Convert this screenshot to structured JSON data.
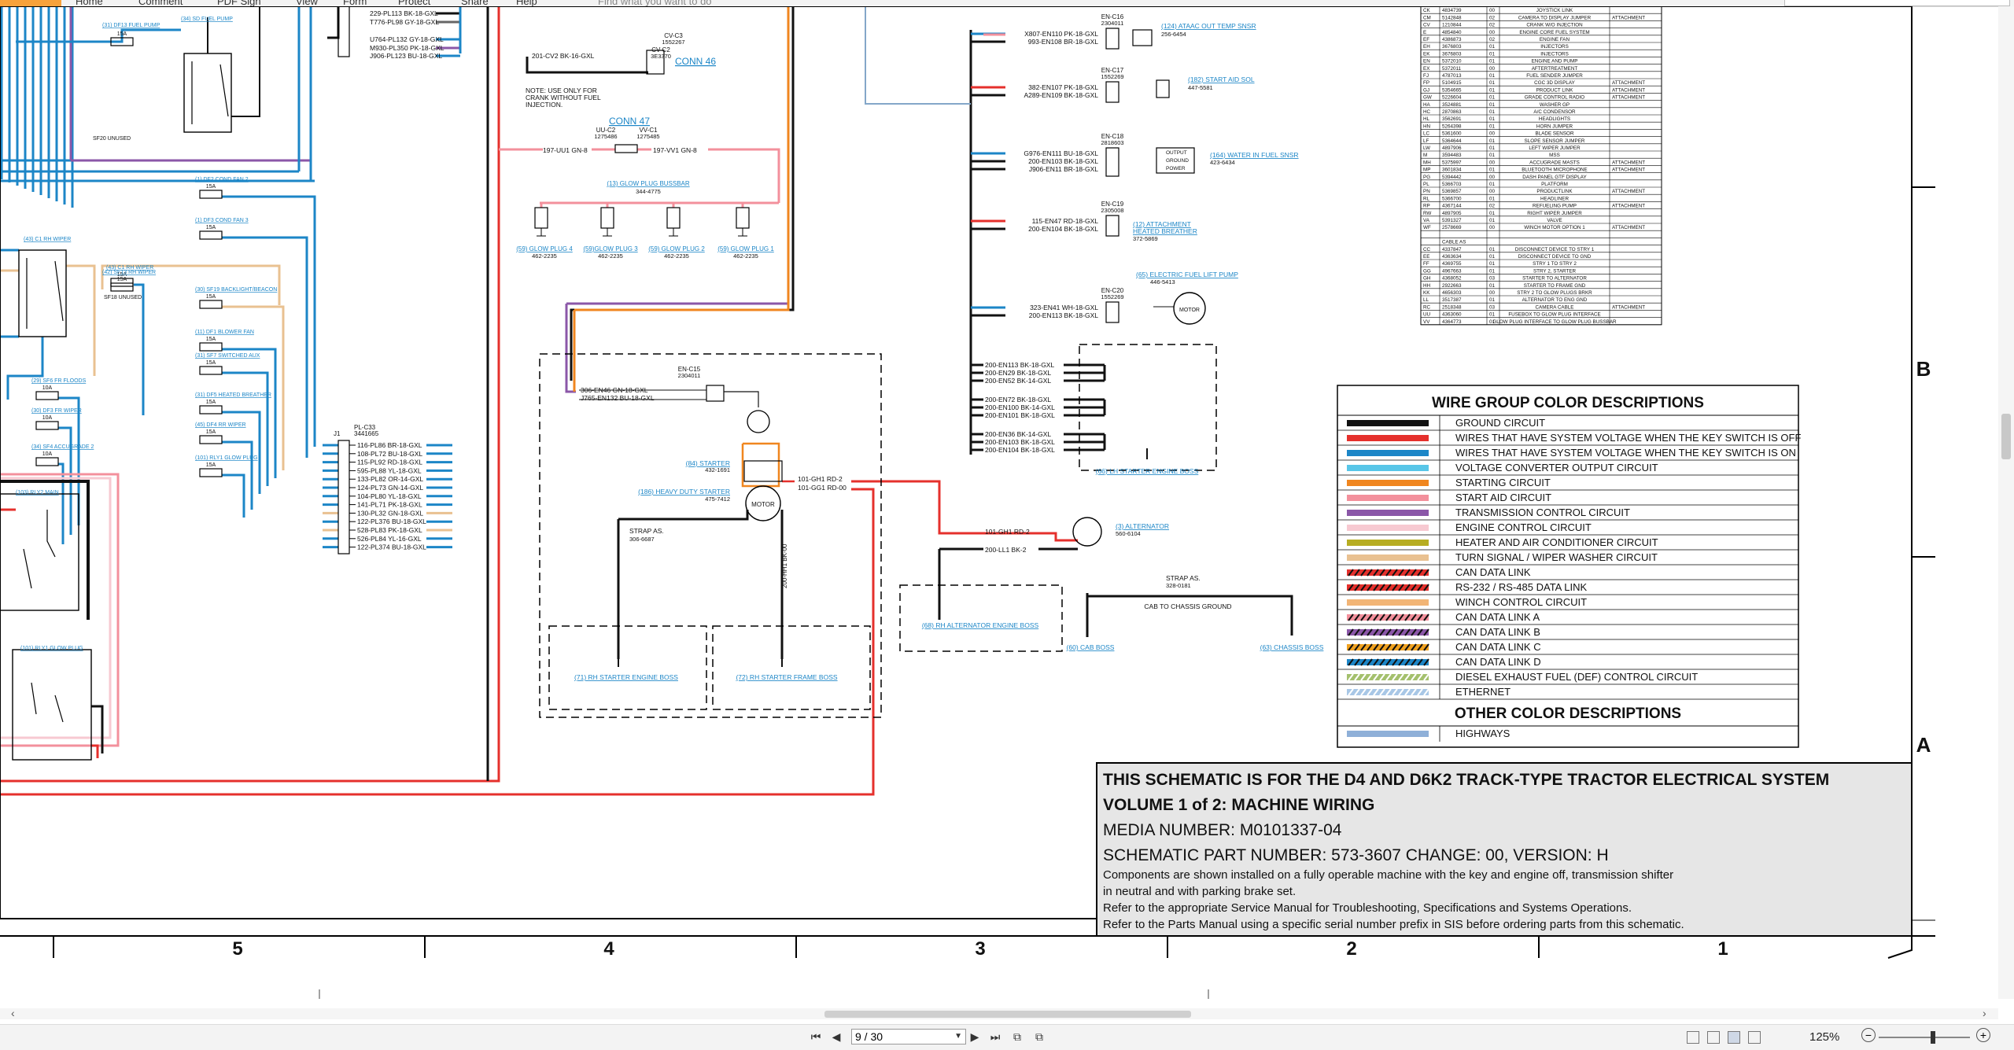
{
  "menu": {
    "items": [
      "Home",
      "Comment",
      "PDF Sign",
      "View",
      "Form",
      "Protect",
      "Share",
      "Help"
    ],
    "search_hint": "Find what you want to do"
  },
  "schematic": {
    "left_connector": [
      "229-PL113 BK-18-GXL",
      "T776-PL98 GY-18-GXL",
      "U764-PL132 GY-18-GXL",
      "M930-PL350 PK-18-GXL",
      "J906-PL123 BU-18-GXL"
    ],
    "left_labels": [
      "(34) SD FUEL PUMP",
      "(31) DF13 FUEL PUMP",
      "SF20 UNUSED",
      "(1) DF2 COND FAN 2",
      "(1) DF3 COND FAN 3",
      "(43) C1 RH WIPER",
      "(42) SF13 RH WIPER",
      "SF18 UNUSED",
      "(30) SF19 BACKLIGHT/BEACON",
      "(11) DF1 BLOWER FAN",
      "(31) SF7 SWITCHED AUX",
      "(31) DF5 HEATED BREATHER",
      "(45) DF4 RR WIPER",
      "(29) SF6 FR FLOODS",
      "(30) DF3 FR WIPER",
      "(34) SF4 ACCUGRADE 2",
      "(103) RLY2 MAIN",
      "(101) RLY1 GLOW PLUG"
    ],
    "fuse_label": "15A",
    "fuse_label2": "10A",
    "plc33": {
      "name": "PL-C33",
      "part": "3441665",
      "pin_label": "J1",
      "wires": [
        "116-PL86 BR-18-GXL",
        "108-PL72 BU-18-GXL",
        "115-PL92 RD-18-GXL",
        "595-PL88 YL-18-GXL",
        "133-PL82 OR-14-GXL",
        "124-PL73 GN-14-GXL",
        "104-PL80 YL-18-GXL",
        "141-PL71 PK-18-GXL",
        "130-PL32 GN-18-GXL",
        "122-PL376 BU-18-GXL",
        "528-PL83 PK-18-GXL",
        "526-PL84 YL-16-GXL",
        "122-PL374 BU-18-GXL"
      ]
    },
    "conn46": {
      "title": "CONN 46",
      "cvc2": "CV-C2",
      "cvc2p": "3E3370",
      "cvc3": "CV-C3",
      "cvc3p": "1552267",
      "wire": "201-CV2 BK-16-GXL",
      "note": [
        "NOTE: USE ONLY FOR",
        "CRANK WITHOUT FUEL",
        "INJECTION."
      ]
    },
    "conn47": {
      "title": "CONN 47",
      "uuc2": "UU-C2",
      "uuc2p": "1275486",
      "vvc1": "VV-C1",
      "vvc1p": "1275485",
      "wire_l": "197-UU1 GN-8",
      "wire_r": "197-VV1 GN-8"
    },
    "glow": {
      "bussbar": "(13) GLOW PLUG BUSSBAR",
      "bussbar_part": "344-4775",
      "plugs": [
        "(59) GLOW PLUG 4",
        "(59)GLOW PLUG 3",
        "(59) GLOW PLUG 2",
        "(59) GLOW PLUG 1"
      ],
      "part": "462-2235"
    },
    "enc15": {
      "name": "EN-C15",
      "part": "2304011",
      "w1": "306-EN46 GN-18-GXL",
      "w2": "J765-EN132 BU-18-GXL"
    },
    "starter": {
      "label": "(84) STARTER",
      "part": "432-1691",
      "heavy": "(186) HEAVY DUTY STARTER",
      "heavy_part": "475-7412",
      "motor": "MOTOR",
      "w1": "101-GH1 RD-2",
      "w2": "101-GG1 RD-00",
      "strap": "STRAP AS.",
      "strap_part": "306-6687",
      "wire_v": "200-HH1 BK-00",
      "boss1": "(71) RH STARTER ENGINE BOSS",
      "boss2": "(72) RH STARTER FRAME BOSS"
    },
    "alt": {
      "w1": "101-GH1 RD-2",
      "w2": "200-LL1 BK-2",
      "label": "(3) ALTERNATOR",
      "part": "560-6104",
      "boss": "(68) RH ALTERNATOR ENGINE BOSS"
    },
    "cab": {
      "strap": "STRAP AS.",
      "strap_part": "328-0181",
      "label": "CAB TO CHASSIS GROUND",
      "cab_boss": "(60) CAB BOSS",
      "chassis_boss": "(63) CHASSIS BOSS"
    },
    "enc16": {
      "name": "EN-C16",
      "part": "2304011",
      "w1": "X807-EN110 PK-18-GXL",
      "w2": "993-EN108 BR-18-GXL",
      "label": "(124) ATAAC OUT TEMP SNSR",
      "lpart": "256-6454"
    },
    "enc17": {
      "name": "EN-C17",
      "part": "1552269",
      "w1": "382-EN107 PK-18-GXL",
      "w2": "A289-EN109 BK-18-GXL",
      "label": "(182) START AID SOL",
      "lpart": "447-5581"
    },
    "enc18": {
      "name": "EN-C18",
      "part": "2818603",
      "w1": "G976-EN111 BU-18-GXL",
      "w2": "200-EN103 BK-18-GXL",
      "w3": "J906-EN11 BR-18-GXL",
      "p1": "OUTPUT",
      "p2": "GROUND",
      "p3": "POWER",
      "label": "(164) WATER IN FUEL SNSR",
      "lpart": "423-6434"
    },
    "enc19": {
      "name": "EN-C19",
      "part": "2305008",
      "w1": "115-EN47 RD-18-GXL",
      "w2": "200-EN104 BK-18-GXL",
      "label": "(12) ATTACHMENT",
      "label2": "HEATED BREATHER",
      "lpart": "372-5869"
    },
    "enc20": {
      "name": "EN-C20",
      "part": "1552269",
      "w1": "323-EN41 WH-18-GXL",
      "w2": "200-EN113 BK-18-GXL",
      "label": "(65) ELECTRIC FUEL LIFT PUMP",
      "lpart": "446-5413",
      "motor": "MOTOR"
    },
    "ground_wires": [
      "200-EN113 BK-18-GXL",
      "200-EN29 BK-18-GXL",
      "200-EN52 BK-14-GXL",
      "200-EN72 BK-18-GXL",
      "200-EN100 BK-14-GXL",
      "200-EN101 BK-18-GXL",
      "200-EN36 BK-14-GXL",
      "200-EN103 BK-18-GXL",
      "200-EN104 BK-18-GXL"
    ],
    "lh_boss": "(66) LH STARTER ENGINE BOSS",
    "harness_table": [
      [
        "CK",
        "4834739",
        "00",
        "JOYSTICK LINK",
        ""
      ],
      [
        "CM",
        "5142848",
        "02",
        "CAMERA TO DISPLAY JUMPER",
        "ATTACHMENT"
      ],
      [
        "CV",
        "1210844",
        "02",
        "CRANK W/O INJECTION",
        ""
      ],
      [
        "E",
        "4854840",
        "00",
        "ENGINE CORE FUEL SYSTEM",
        ""
      ],
      [
        "EF",
        "4386873",
        "02",
        "ENGINE FAN",
        ""
      ],
      [
        "EH",
        "3676803",
        "01",
        "INJECTORS",
        ""
      ],
      [
        "EK",
        "3676803",
        "01",
        "INJECTORS",
        ""
      ],
      [
        "EN",
        "5372010",
        "01",
        "ENGINE AND PUMP",
        ""
      ],
      [
        "EX",
        "5372011",
        "00",
        "AFTERTREATMENT",
        ""
      ],
      [
        "FJ",
        "4787013",
        "01",
        "FUEL SENDER JUMPER",
        ""
      ],
      [
        "FP",
        "5104915",
        "01",
        "CGC 3D DISPLAY",
        "ATTACHMENT"
      ],
      [
        "GJ",
        "5354665",
        "01",
        "PRODUCT LINK",
        "ATTACHMENT"
      ],
      [
        "GW",
        "5226604",
        "01",
        "GRADE CONTROL RADIO",
        "ATTACHMENT"
      ],
      [
        "HA",
        "3524881",
        "01",
        "WASHER GP",
        ""
      ],
      [
        "HC",
        "2870863",
        "01",
        "A/C CONDENSOR",
        ""
      ],
      [
        "HL",
        "3562691",
        "01",
        "HEADLIGHTS",
        ""
      ],
      [
        "HN",
        "5264398",
        "01",
        "HORN JUMPER",
        ""
      ],
      [
        "LC",
        "5361600",
        "00",
        "BLADE SENSOR",
        ""
      ],
      [
        "LF",
        "5364644",
        "01",
        "SLOPE SENSOR JUMPER",
        ""
      ],
      [
        "LW",
        "4897906",
        "01",
        "LEFT WIPER JUMPER",
        ""
      ],
      [
        "M",
        "3594483",
        "01",
        "MSS",
        ""
      ],
      [
        "MH",
        "5375997",
        "00",
        "ACCUGRADE MASTS",
        "ATTACHMENT"
      ],
      [
        "MP",
        "3601834",
        "01",
        "BLUETOOTH MICROPHONE",
        "ATTACHMENT"
      ],
      [
        "PG",
        "5394442",
        "00",
        "DASH PANEL GTF DISPLAY",
        ""
      ],
      [
        "PL",
        "5366703",
        "01",
        "PLATFORM",
        ""
      ],
      [
        "PN",
        "5369857",
        "00",
        "PRODUCTLINK",
        "ATTACHMENT"
      ],
      [
        "RL",
        "5366700",
        "01",
        "HEADLINER",
        ""
      ],
      [
        "RP",
        "4367144",
        "02",
        "REFUELING PUMP",
        "ATTACHMENT"
      ],
      [
        "RW",
        "4897905",
        "01",
        "RIGHT WIPER JUMPER",
        ""
      ],
      [
        "VA",
        "5391327",
        "01",
        "VALVE",
        ""
      ],
      [
        "WF",
        "2578669",
        "00",
        "WINCH MOTOR OPTION 1",
        "ATTACHMENT"
      ],
      [
        "",
        "",
        "",
        "",
        ""
      ],
      [
        "",
        "CABLE AS",
        "",
        "",
        ""
      ],
      [
        "CC",
        "4337847",
        "01",
        "DISCONNECT DEVICE TO STRY 1",
        ""
      ],
      [
        "EE",
        "4363634",
        "01",
        "DISCONNECT DEVICE TO GND",
        ""
      ],
      [
        "FF",
        "4369755",
        "01",
        "STRY 1 TO STRY 2",
        ""
      ],
      [
        "GG",
        "4967663",
        "01",
        "STRY 2, STARTER",
        ""
      ],
      [
        "GH",
        "4368052",
        "03",
        "STARTER TO ALTERNATOR",
        ""
      ],
      [
        "HH",
        "2922663",
        "01",
        "STARTER TO FRAME GND",
        ""
      ],
      [
        "KK",
        "4656303",
        "00",
        "STRY 2 TO GLOW PLUGS BRKR",
        ""
      ],
      [
        "LL",
        "3517387",
        "01",
        "ALTERNATOR TO ENG GND",
        ""
      ],
      [
        "RC",
        "2518348",
        "03",
        "CAMERA CABLE",
        "ATTACHMENT"
      ],
      [
        "UU",
        "4363060",
        "01",
        "FUSEBOX TO GLOW PLUG INTERFACE",
        ""
      ],
      [
        "VV",
        "4364773",
        "01",
        "GLOW PLUG INTERFACE TO GLOW PLUG BUSSBAR",
        ""
      ]
    ],
    "wire_group": {
      "title": "WIRE GROUP COLOR DESCRIPTIONS",
      "items": [
        {
          "label": "GROUND CIRCUIT",
          "c": "#111111",
          "s": "solid"
        },
        {
          "label": "WIRES THAT HAVE SYSTEM VOLTAGE WHEN THE KEY SWITCH IS OFF",
          "c": "#e5302c",
          "s": "solid"
        },
        {
          "label": "WIRES THAT HAVE SYSTEM VOLTAGE WHEN THE KEY SWITCH IS ON",
          "c": "#1c86c7",
          "s": "solid"
        },
        {
          "label": "VOLTAGE CONVERTER OUTPUT CIRCUIT",
          "c": "#58c6e8",
          "s": "solid"
        },
        {
          "label": "STARTING CIRCUIT",
          "c": "#f0861f",
          "s": "solid"
        },
        {
          "label": "START AID CIRCUIT",
          "c": "#f3909c",
          "s": "solid"
        },
        {
          "label": "TRANSMISSION CONTROL CIRCUIT",
          "c": "#8b57a8",
          "s": "solid"
        },
        {
          "label": "ENGINE CONTROL CIRCUIT",
          "c": "#f7c9d1",
          "s": "solid"
        },
        {
          "label": "HEATER AND AIR CONDITIONER CIRCUIT",
          "c": "#b7ad22",
          "s": "solid"
        },
        {
          "label": "TURN SIGNAL / WIPER WASHER CIRCUIT",
          "c": "#e9c191",
          "s": "solid"
        },
        {
          "label": "CAN DATA LINK",
          "c": "#e5302c",
          "s": "stripe",
          "c2": "#111111"
        },
        {
          "label": "RS-232 / RS-485 DATA LINK",
          "c": "#e5302c",
          "s": "stripe",
          "c2": "#111111"
        },
        {
          "label": "WINCH CONTROL CIRCUIT",
          "c": "#f2b576",
          "s": "solid"
        },
        {
          "label": "CAN DATA LINK A",
          "c": "#f3909c",
          "s": "stripe",
          "c2": "#111111"
        },
        {
          "label": "CAN DATA LINK B",
          "c": "#8b57a8",
          "s": "stripe",
          "c2": "#111111"
        },
        {
          "label": "CAN DATA LINK C",
          "c": "#f0a11f",
          "s": "stripe",
          "c2": "#111111"
        },
        {
          "label": "CAN DATA LINK D",
          "c": "#1c86c7",
          "s": "stripe",
          "c2": "#111111"
        },
        {
          "label": "DIESEL EXHAUST FUEL (DEF) CONTROL CIRCUIT",
          "c": "#a4c06d",
          "s": "stripe",
          "c2": "#ffffff"
        },
        {
          "label": "ETHERNET",
          "c": "#a8c7e6",
          "s": "stripe",
          "c2": "#ffffff"
        }
      ]
    },
    "other_color": {
      "title": "OTHER COLOR DESCRIPTIONS",
      "items": [
        {
          "label": "HIGHWAYS",
          "c": "#8fb0d8"
        }
      ]
    },
    "title_block": {
      "line1": "THIS SCHEMATIC IS FOR THE D4 AND D6K2 TRACK-TYPE TRACTOR ELECTRICAL SYSTEM",
      "line2": "VOLUME 1 of 2: MACHINE WIRING",
      "line3": "MEDIA NUMBER: M0101337-04",
      "line4": "SCHEMATIC PART NUMBER: 573-3607 CHANGE: 00, VERSION: H",
      "note1": "Components are shown installed on a fully operable machine with the key and engine off, transmission shifter",
      "note2": "in neutral and with parking brake set.",
      "note3": "Refer to the appropriate Service Manual for Troubleshooting, Specifications and Systems Operations.",
      "note4": "Refer to the Parts Manual using a specific serial number prefix in SIS before ordering parts from this schematic."
    },
    "zone_rows": [
      "B",
      "A"
    ],
    "zone_cols": [
      "5",
      "4",
      "3",
      "2",
      "1"
    ]
  },
  "status": {
    "page": "9 / 30",
    "zoom": "125%"
  }
}
